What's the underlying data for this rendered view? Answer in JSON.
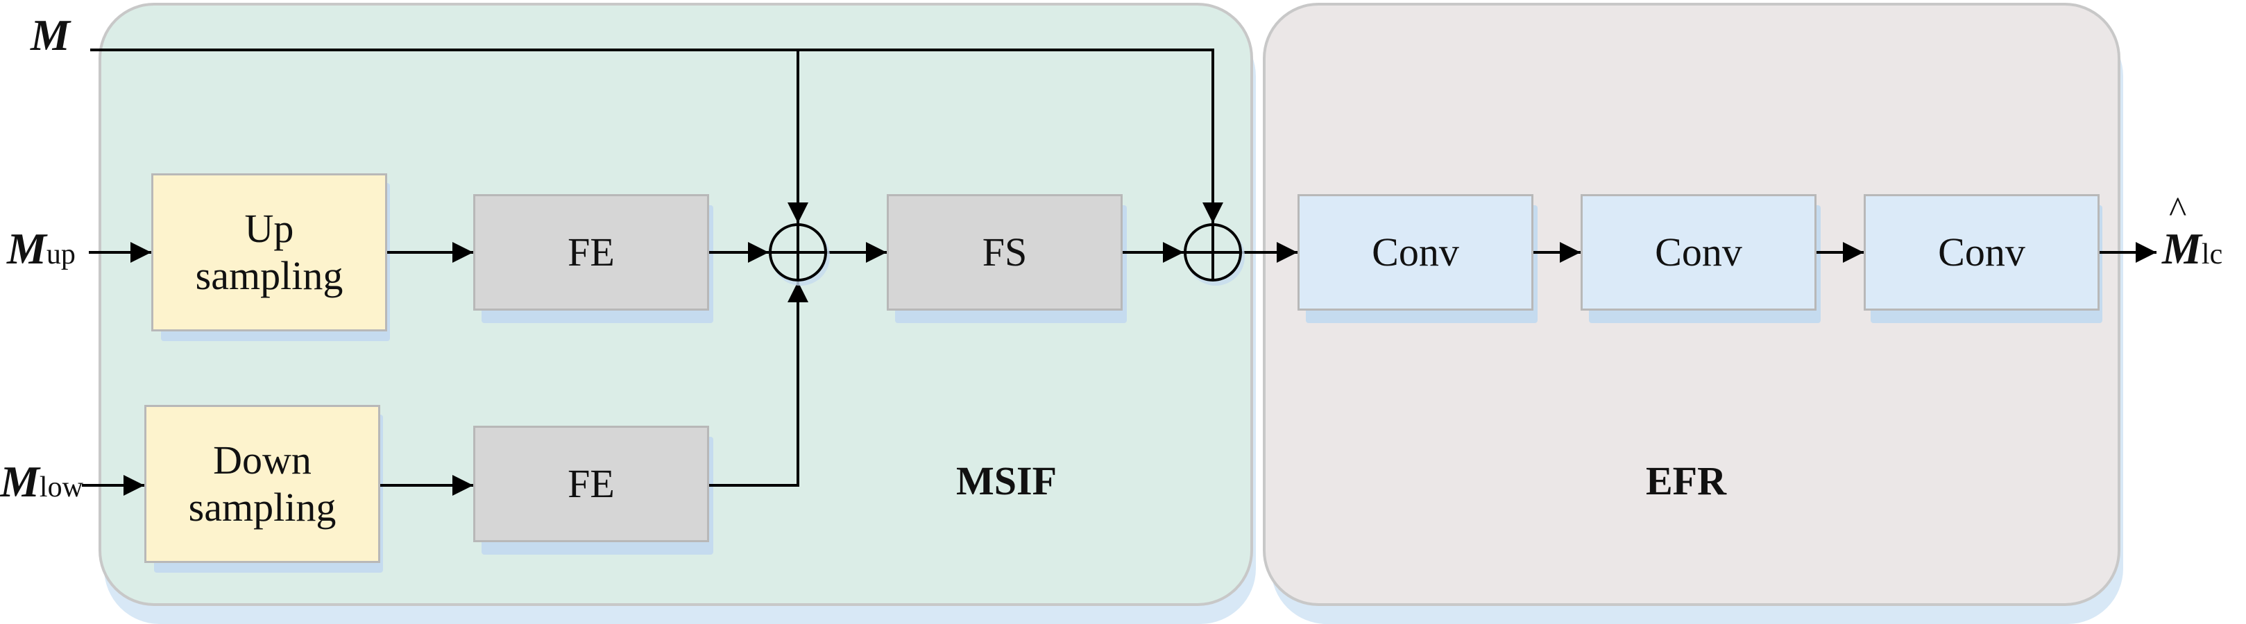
{
  "panels": {
    "msif_label": "MSIF",
    "efr_label": "EFR"
  },
  "inputs": {
    "m": {
      "symbol": "M"
    },
    "m_up": {
      "symbol": "M",
      "sub": "up"
    },
    "m_low": {
      "symbol": "M",
      "sub": "low"
    }
  },
  "output": {
    "symbol": "M",
    "hat": "^",
    "sub": "lc"
  },
  "blocks": {
    "up_sampling": "Up sampling",
    "down_sampling": "Down sampling",
    "fe_top": "FE",
    "fe_bottom": "FE",
    "fs": "FS",
    "conv1": "Conv",
    "conv2": "Conv",
    "conv3": "Conv"
  },
  "colors": {
    "msif_fill": "#dbede7",
    "efr_fill": "#ebe7e7",
    "panel_shadow": "#d8e8f6",
    "sampling_fill": "#fdf3cd",
    "fe_fill": "#d6d6d6",
    "conv_fill": "#dbeaf8",
    "box_shadow": "#c5dbef"
  }
}
